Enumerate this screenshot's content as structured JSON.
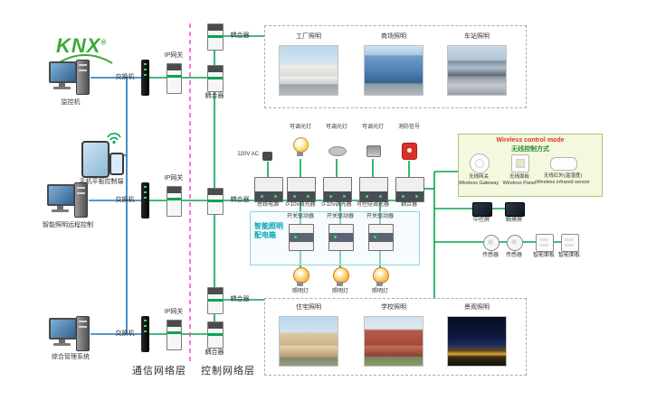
{
  "logo": {
    "text": "KNX",
    "reg": "®"
  },
  "terminals": [
    {
      "label": "监控机"
    },
    {
      "label": "手机平板控制端"
    },
    {
      "label": "智能照明远程控制"
    },
    {
      "label": "综合管理系统"
    }
  ],
  "network": {
    "switch": "交换机",
    "gateway": "IP网关",
    "coupler": "耦合器",
    "comm_layer": "通信网络层",
    "ctrl_layer": "控制网络层"
  },
  "top_zone": {
    "photos": [
      {
        "label": "工厂照明"
      },
      {
        "label": "商场照明"
      },
      {
        "label": "车站照明"
      }
    ]
  },
  "bottom_zone": {
    "photos": [
      {
        "label": "住宅照明"
      },
      {
        "label": "学校照明"
      },
      {
        "label": "景观照明"
      }
    ]
  },
  "din_row": {
    "power_note": "220V AC",
    "modules": [
      {
        "label": "总线电源"
      },
      {
        "label": "0-10v调光器"
      },
      {
        "label": "0-10v调光器"
      },
      {
        "label": "可控硅调光器"
      },
      {
        "label": "耦合器"
      }
    ],
    "loads": [
      {
        "label": "可调光灯"
      },
      {
        "label": "可调光灯"
      },
      {
        "label": "可调光灯"
      },
      {
        "label": "消防信号"
      }
    ]
  },
  "cabinet": {
    "title_line1": "智能照明",
    "title_line2": "配电箱",
    "drivers": [
      {
        "label": "开关驱动器"
      },
      {
        "label": "开关驱动器"
      },
      {
        "label": "开关驱动器"
      }
    ],
    "lamps": [
      {
        "label": "照明灯"
      },
      {
        "label": "照明灯"
      },
      {
        "label": "照明灯"
      }
    ]
  },
  "wireless": {
    "title_en": "Wireless control mode",
    "title_zh": "无线控制方式",
    "devices": [
      {
        "zh": "无线网关",
        "en": "Wireless Gateway"
      },
      {
        "zh": "无线面板",
        "en": "Wireless Panel"
      },
      {
        "zh": "无线红外(温湿度)",
        "en": "Wireless infrared sensor"
      }
    ]
  },
  "right_devices": {
    "screens": [
      {
        "label": "中控屏"
      },
      {
        "label": "触摸屏"
      }
    ],
    "sensors": [
      {
        "label": "传感器"
      },
      {
        "label": "传感器"
      }
    ],
    "panels": [
      {
        "label": "智能面板"
      },
      {
        "label": "智能面板"
      }
    ]
  },
  "colors": {
    "bus_green": "#00a651",
    "ethernet_blue": "#1c75bc",
    "layer_divider": "#ff33cc"
  }
}
